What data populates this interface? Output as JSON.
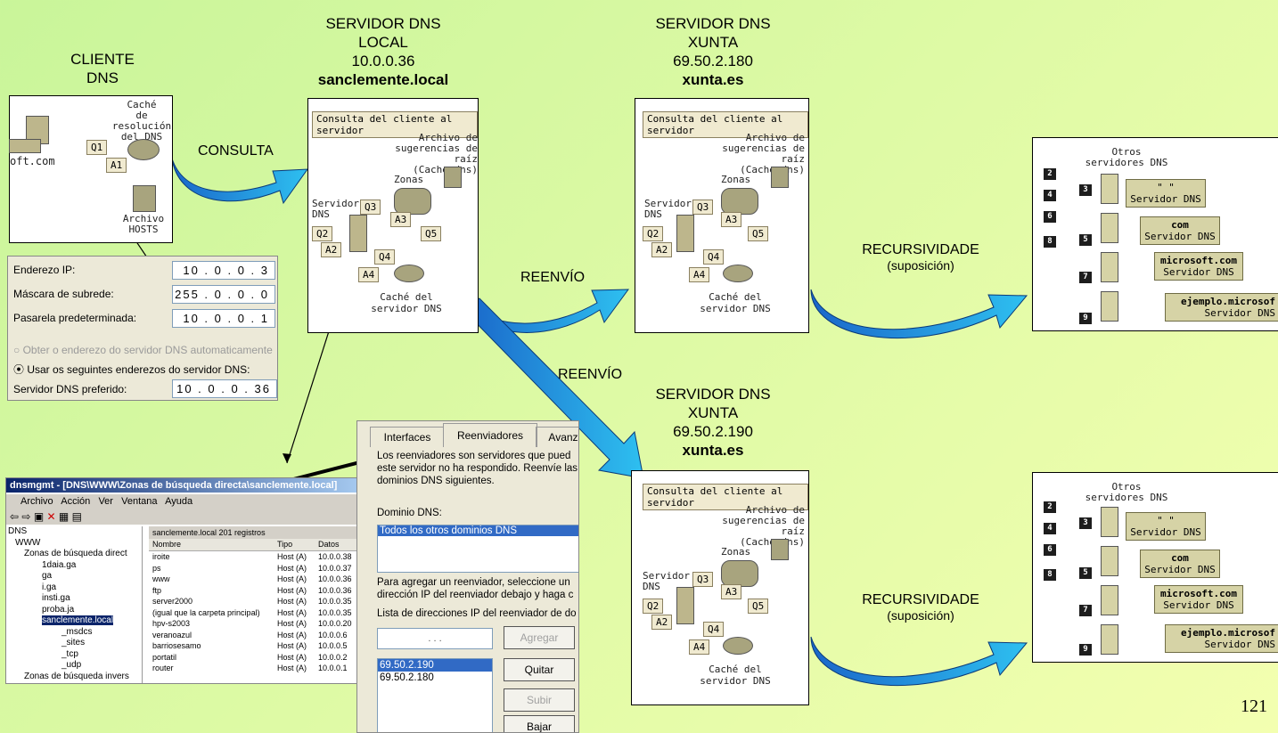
{
  "titles": {
    "client": [
      "CLIENTE",
      "DNS"
    ],
    "local": [
      "SERVIDOR DNS",
      "LOCAL",
      "10.0.0.36",
      "sanclemente.local"
    ],
    "xunta1": [
      "SERVIDOR DNS",
      "XUNTA",
      "69.50.2.180",
      "xunta.es"
    ],
    "xunta2": [
      "SERVIDOR DNS",
      "XUNTA",
      "69.50.2.190",
      "xunta.es"
    ]
  },
  "arrows": {
    "consulta": "CONSULTA",
    "reenvio1": "REENVÍO",
    "reenvio2": "REENVÍO",
    "recursividade1": [
      "RECURSIVIDADE",
      "(suposición)"
    ],
    "recursividade2": [
      "RECURSIVIDADE",
      "(suposición)"
    ]
  },
  "client_panel": {
    "cache": [
      "Caché",
      "de resolución",
      "del DNS"
    ],
    "file": [
      "Archivo",
      "HOSTS"
    ],
    "host": "oft.com",
    "q": "Q1",
    "a": "A1"
  },
  "server_panel": {
    "header": "Consulta del cliente al servidor",
    "root": [
      "Archivo de",
      "sugerencias de raíz",
      "(Cache.dns)"
    ],
    "zonas": "Zonas",
    "servidor": [
      "Servidor",
      "DNS"
    ],
    "cache": [
      "Caché del",
      "servidor DNS"
    ],
    "tags": [
      "Q3",
      "A3",
      "Q2",
      "A2",
      "Q5",
      "Q4",
      "A4"
    ]
  },
  "recursion_panel": {
    "otros": [
      "Otros",
      "servidores DNS"
    ],
    "boxes": [
      {
        "top": "\" \"",
        "bottom": "Servidor DNS"
      },
      {
        "top": "com",
        "bottom": "Servidor DNS"
      },
      {
        "top": "microsoft.com",
        "bottom": "Servidor DNS"
      },
      {
        "top": "ejemplo.microsof",
        "bottom": "Servidor DNS"
      }
    ],
    "numbers": [
      "2",
      "3",
      "4",
      "5",
      "6",
      "7",
      "8",
      "9"
    ]
  },
  "ip_config": {
    "fields": [
      {
        "label": "Enderezo IP:",
        "value": "10 . 0 . 0 . 3"
      },
      {
        "label": "Máscara de subrede:",
        "value": "255 . 0 . 0 . 0"
      },
      {
        "label": "Pasarela predeterminada:",
        "value": "10 . 0 . 0 . 1"
      }
    ],
    "radio_auto": "Obter o enderezo do servidor DNS automaticamente",
    "radio_manual": "Usar os seguintes enderezos do servidor DNS:",
    "preferred_label": "Servidor DNS preferido:",
    "preferred_value": "10 . 0 . 0 . 36"
  },
  "dnsmgmt": {
    "title": "dnsmgmt - [DNS\\WWW\\Zonas de búsqueda directa\\sanclemente.local]",
    "menu": [
      "Archivo",
      "Acción",
      "Ver",
      "Ventana",
      "Ayuda"
    ],
    "tree": [
      "DNS",
      "WWW",
      "Zonas de búsqueda direct",
      "1daia.ga",
      "ga",
      "i.ga",
      "insti.ga",
      "proba.ja",
      "sanclemente.local",
      "_msdcs",
      "_sites",
      "_tcp",
      "_udp",
      "Zonas de búsqueda invers"
    ],
    "header_info": "sanclemente.local   201 registros",
    "columns": [
      "Nombre",
      "Tipo",
      "Datos"
    ],
    "records": [
      [
        "iroite",
        "Host (A)",
        "10.0.0.38"
      ],
      [
        "ps",
        "Host (A)",
        "10.0.0.37"
      ],
      [
        "www",
        "Host (A)",
        "10.0.0.36"
      ],
      [
        "ftp",
        "Host (A)",
        "10.0.0.36"
      ],
      [
        "server2000",
        "Host (A)",
        "10.0.0.35"
      ],
      [
        "(igual que la carpeta principal)",
        "Host (A)",
        "10.0.0.35"
      ],
      [
        "hpv-s2003",
        "Host (A)",
        "10.0.0.20"
      ],
      [
        "veranoazul",
        "Host (A)",
        "10.0.0.6"
      ],
      [
        "barriosesamo",
        "Host (A)",
        "10.0.0.5"
      ],
      [
        "portatil",
        "Host (A)",
        "10.0.0.2"
      ],
      [
        "router",
        "Host (A)",
        "10.0.0.1"
      ]
    ]
  },
  "forwarders": {
    "tabs": [
      "Interfaces",
      "Reenviadores",
      "Avanz"
    ],
    "description": [
      "Los reenviadores son servidores que pued",
      "este servidor no ha respondido. Reenvíe las",
      "dominios DNS siguientes."
    ],
    "domain_label": "Dominio DNS:",
    "domain_selected": "Todos los otros dominios DNS",
    "instructions": [
      "Para agregar un reenviador, seleccione un",
      "dirección IP del reenviador debajo y haga c"
    ],
    "ip_list_label": "Lista de direcciones IP del reenviador de do",
    "ip_input": ".   .   .",
    "ips": [
      "69.50.2.190",
      "69.50.2.180"
    ],
    "buttons": [
      "Agregar",
      "Quitar",
      "Subir",
      "Bajar"
    ]
  },
  "page_number": "121"
}
